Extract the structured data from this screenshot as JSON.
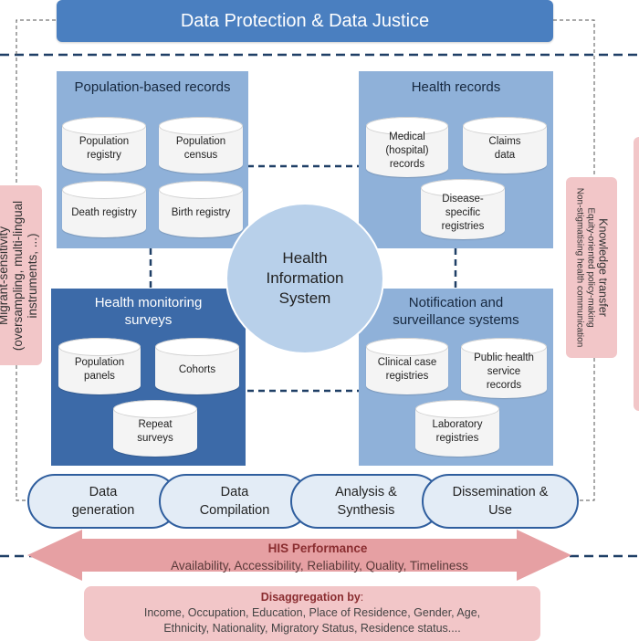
{
  "title": "Data Protection & Data Justice",
  "center": {
    "line1": "Health",
    "line2": "Information",
    "line3": "System"
  },
  "panels": {
    "population": {
      "title": "Population-based records",
      "items": [
        "Population registry",
        "Population census",
        "Death registry",
        "Birth registry"
      ]
    },
    "health_records": {
      "title": "Health records",
      "items": [
        "Medical (hospital) records",
        "Claims data",
        "Disease-specific registries"
      ]
    },
    "surveys": {
      "title_line1": "Health monitoring",
      "title_line2": "surveys",
      "items": [
        "Population panels",
        "Cohorts",
        "Repeat surveys"
      ]
    },
    "surveillance": {
      "title_line1": "Notification and",
      "title_line2": "surveillance systems",
      "items": [
        "Clinical case registries",
        "Public health service records",
        "Laboratory registries"
      ]
    }
  },
  "process": [
    {
      "line1": "Data",
      "line2": "generation"
    },
    {
      "line1": "Data",
      "line2": "Compilation"
    },
    {
      "line1": "Analysis &",
      "line2": "Synthesis"
    },
    {
      "line1": "Dissemination &",
      "line2": "Use"
    }
  ],
  "left_box": {
    "line1": "Migrant-sensitivity",
    "line2": "(oversampling, multi-lingual",
    "line3": "instruments, ...)"
  },
  "right_box": {
    "line1": "Knowledge transfer",
    "line2": "Equity-oriented policy-making",
    "line3": "Non-stigmatising health communication"
  },
  "performance": {
    "title": "HIS Performance",
    "subtitle": "Availability, Accessibility, Reliability, Quality, Timeliness"
  },
  "disaggregation": {
    "title": "Disaggregation by",
    "colon": ":",
    "line1": "Income, Occupation, Education, Place of Residence, Gender, Age,",
    "line2": "Ethnicity, Nationality, Migratory Status, Residence status...."
  },
  "colors": {
    "title_bar": "#4a7fc0",
    "panel": "#8fb1d9",
    "panel_dark": "#3c6aa8",
    "pink": "#f2c6c8",
    "arrow": "#e6a0a3",
    "dash": "#1f3f66"
  }
}
